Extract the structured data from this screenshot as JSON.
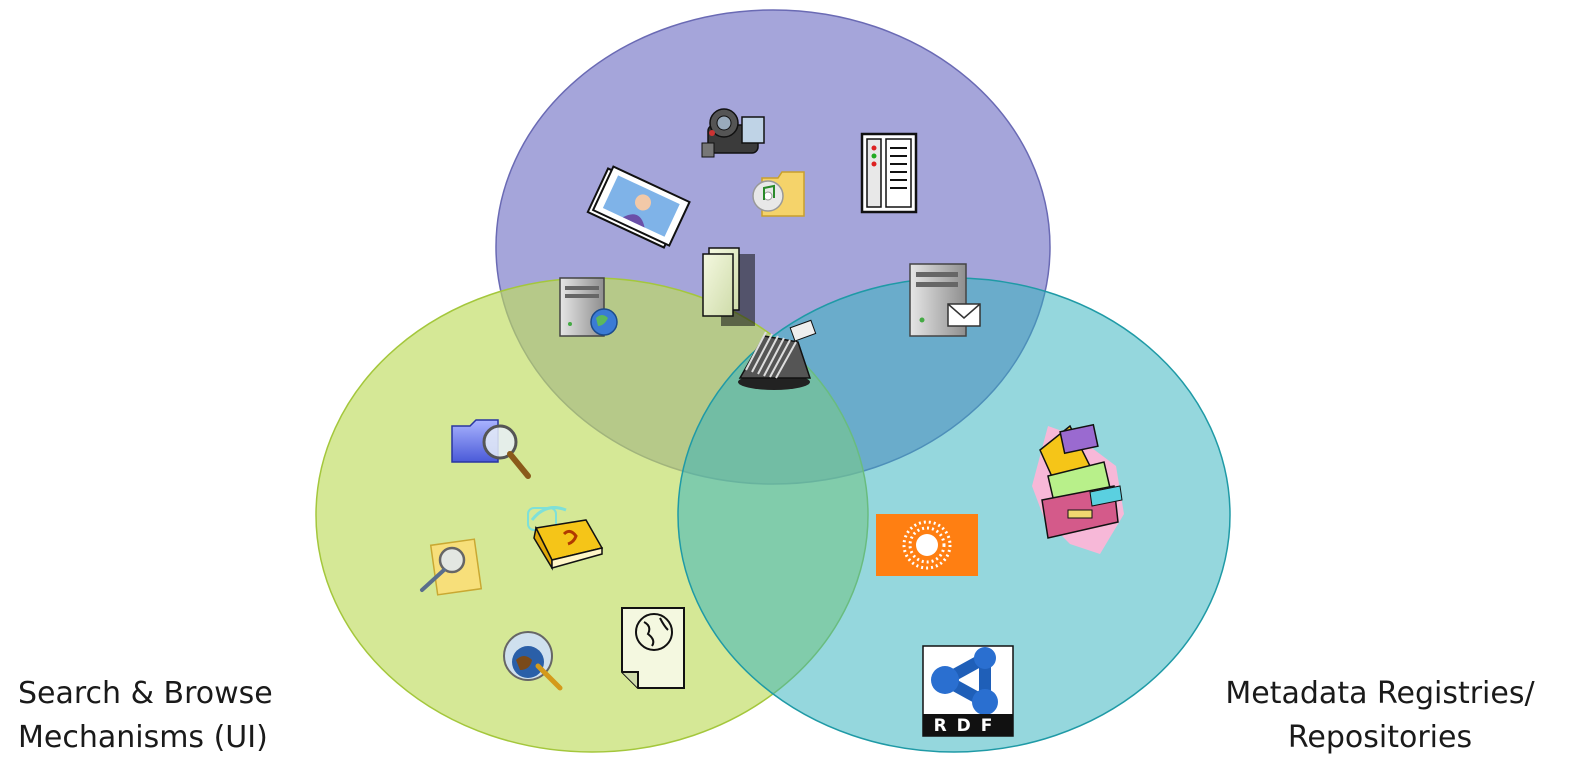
{
  "diagram": {
    "type": "venn",
    "circles": [
      {
        "id": "top",
        "color": "#9f9fd6",
        "stroke": "#6a6ab4"
      },
      {
        "id": "left",
        "color": "#c8e07a",
        "stroke": "#a4c73c"
      },
      {
        "id": "right",
        "color": "#5fc3cc",
        "stroke": "#2aa0ad"
      }
    ],
    "labels": {
      "left": [
        "Search & Browse",
        "Mechanisms (UI)"
      ],
      "right": [
        "Metadata Registries/",
        "Repositories"
      ]
    },
    "icons": [
      "video-camera-icon",
      "server-tower-icon",
      "photo-stack-icon",
      "music-folder-icon",
      "document-stack-icon",
      "web-server-icon",
      "mail-server-icon",
      "rolodex-icon",
      "folder-search-icon",
      "phone-book-icon",
      "search-note-icon",
      "globe-search-icon",
      "web-document-icon",
      "feed-sun-icon",
      "card-catalog-icon",
      "rdf-logo-icon"
    ],
    "rdf_logo_text": "RDF"
  }
}
